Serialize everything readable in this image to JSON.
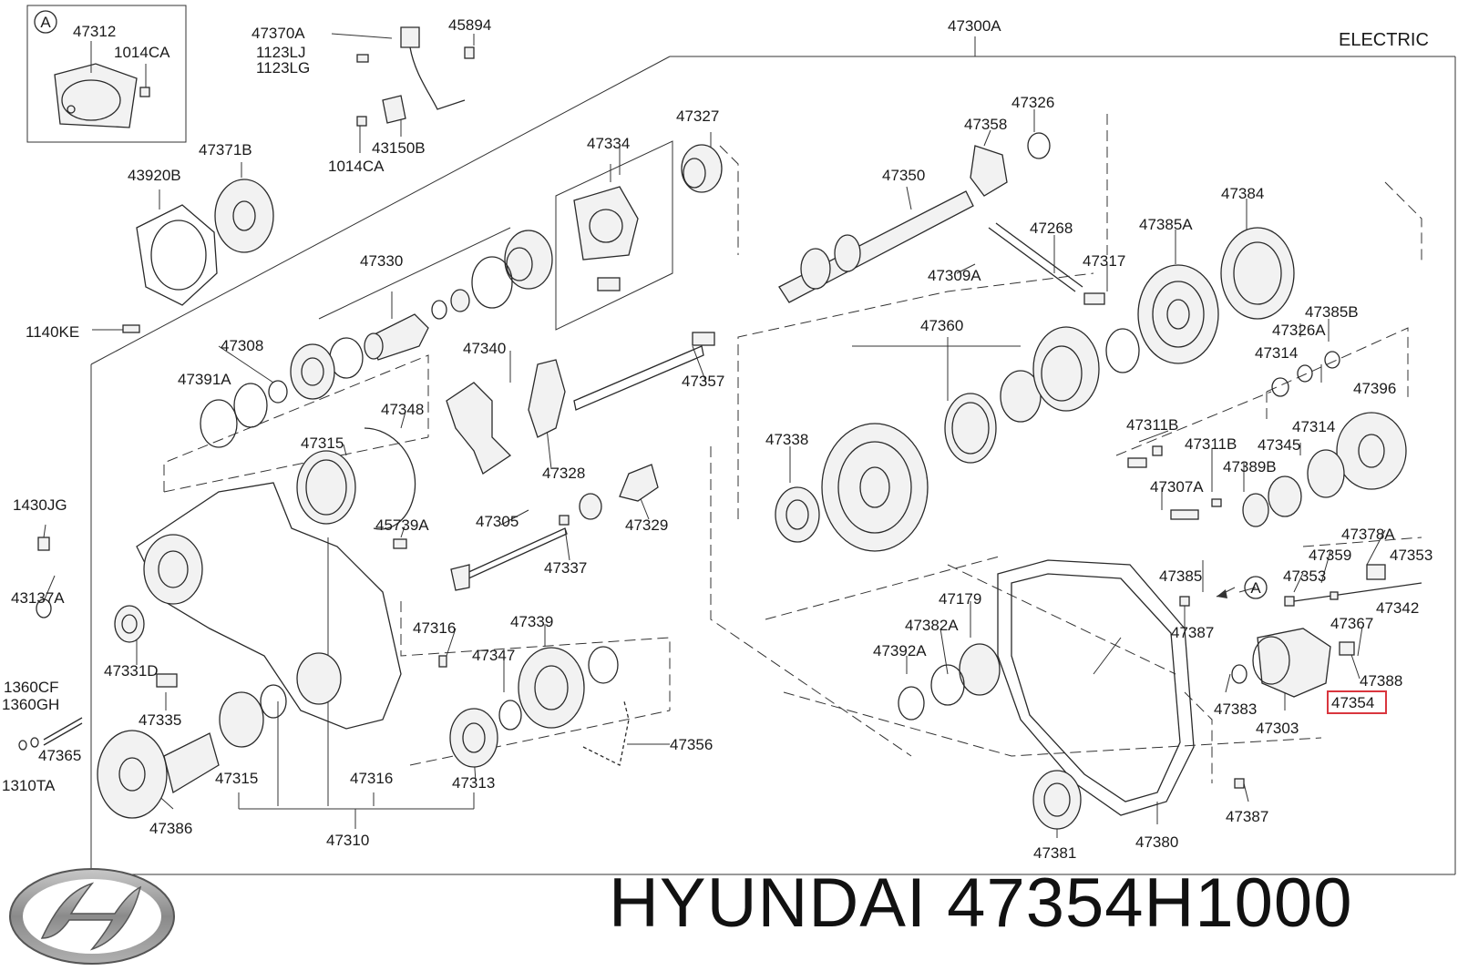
{
  "header": {
    "electric_label": "ELECTRIC",
    "assembly_label": "47300A"
  },
  "inset": {
    "circle_letter": "A",
    "labels": [
      "47312",
      "1014CA"
    ]
  },
  "callout_a": "A",
  "highlight_color": "#d9363e",
  "highlighted_part": "47354",
  "brand": {
    "name": "HYUNDAI",
    "part_number": "47354H1000",
    "logo": "hyundai-logo-icon"
  },
  "labels": [
    "47370A",
    "1123LJ",
    "1123LG",
    "45894",
    "43150B",
    "1014CA",
    "47371B",
    "43920B",
    "1140KE",
    "47334",
    "47327",
    "47330",
    "47308",
    "47391A",
    "47348",
    "47315",
    "45739A",
    "47340",
    "47328",
    "47357",
    "47305",
    "47337",
    "47329",
    "47326",
    "47358",
    "47350",
    "47309A",
    "47268",
    "47317",
    "47385A",
    "47384",
    "47385B",
    "47326A",
    "47314",
    "47396",
    "47360",
    "47338",
    "47311B",
    "47311B",
    "47314",
    "47345",
    "47389B",
    "47307A",
    "47378A",
    "47359",
    "47353",
    "47353",
    "47385",
    "47342",
    "47179",
    "47387",
    "47382A",
    "47392A",
    "47367",
    "47388",
    "47354",
    "47383",
    "47303",
    "47387",
    "47380",
    "47381",
    "1430JG",
    "43137A",
    "1360CF",
    "1360GH",
    "47365",
    "1310TA",
    "47331D",
    "47335",
    "47316",
    "47339",
    "47347",
    "47356",
    "47313",
    "47315",
    "47316",
    "47310",
    "47386"
  ]
}
